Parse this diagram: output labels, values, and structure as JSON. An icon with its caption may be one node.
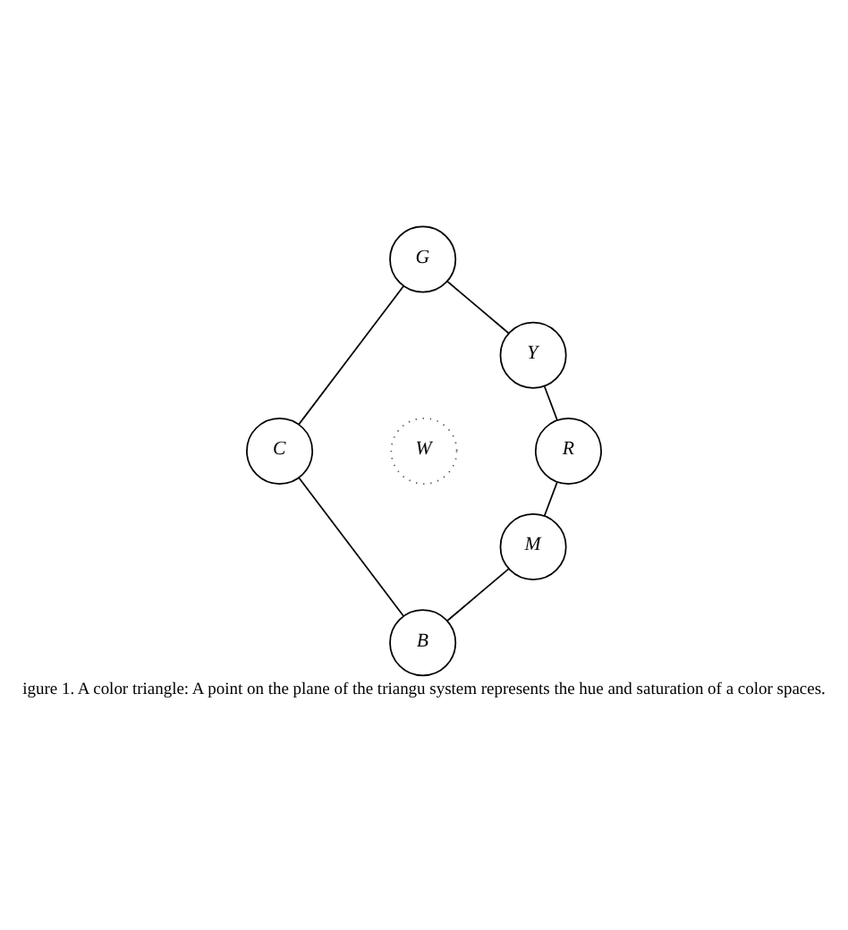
{
  "diagram": {
    "caption": "igure 1. A color triangle: A point on the plane of the triangu system represents the hue and saturation of a color spaces.",
    "nodes": [
      {
        "text": [
          "G"
        ]
      },
      {
        "text": [
          "Y"
        ]
      },
      {
        "text": [
          "C"
        ]
      },
      {
        "text": [
          "W"
        ]
      },
      {
        "text": [
          "R"
        ]
      },
      {
        "text": [
          "M"
        ]
      },
      {
        "text": [
          "B"
        ]
      }
    ],
    "edges": [
      {
        "from": 0,
        "to": 1,
        "arrow": "none"
      },
      {
        "from": 1,
        "to": 4,
        "arrow": "none"
      },
      {
        "from": 0,
        "to": 2,
        "arrow": "none"
      },
      {
        "from": 4,
        "to": 5,
        "arrow": "none"
      },
      {
        "from": 2,
        "to": 6,
        "arrow": "none"
      },
      {
        "from": 5,
        "to": 6,
        "arrow": "none"
      }
    ]
  }
}
